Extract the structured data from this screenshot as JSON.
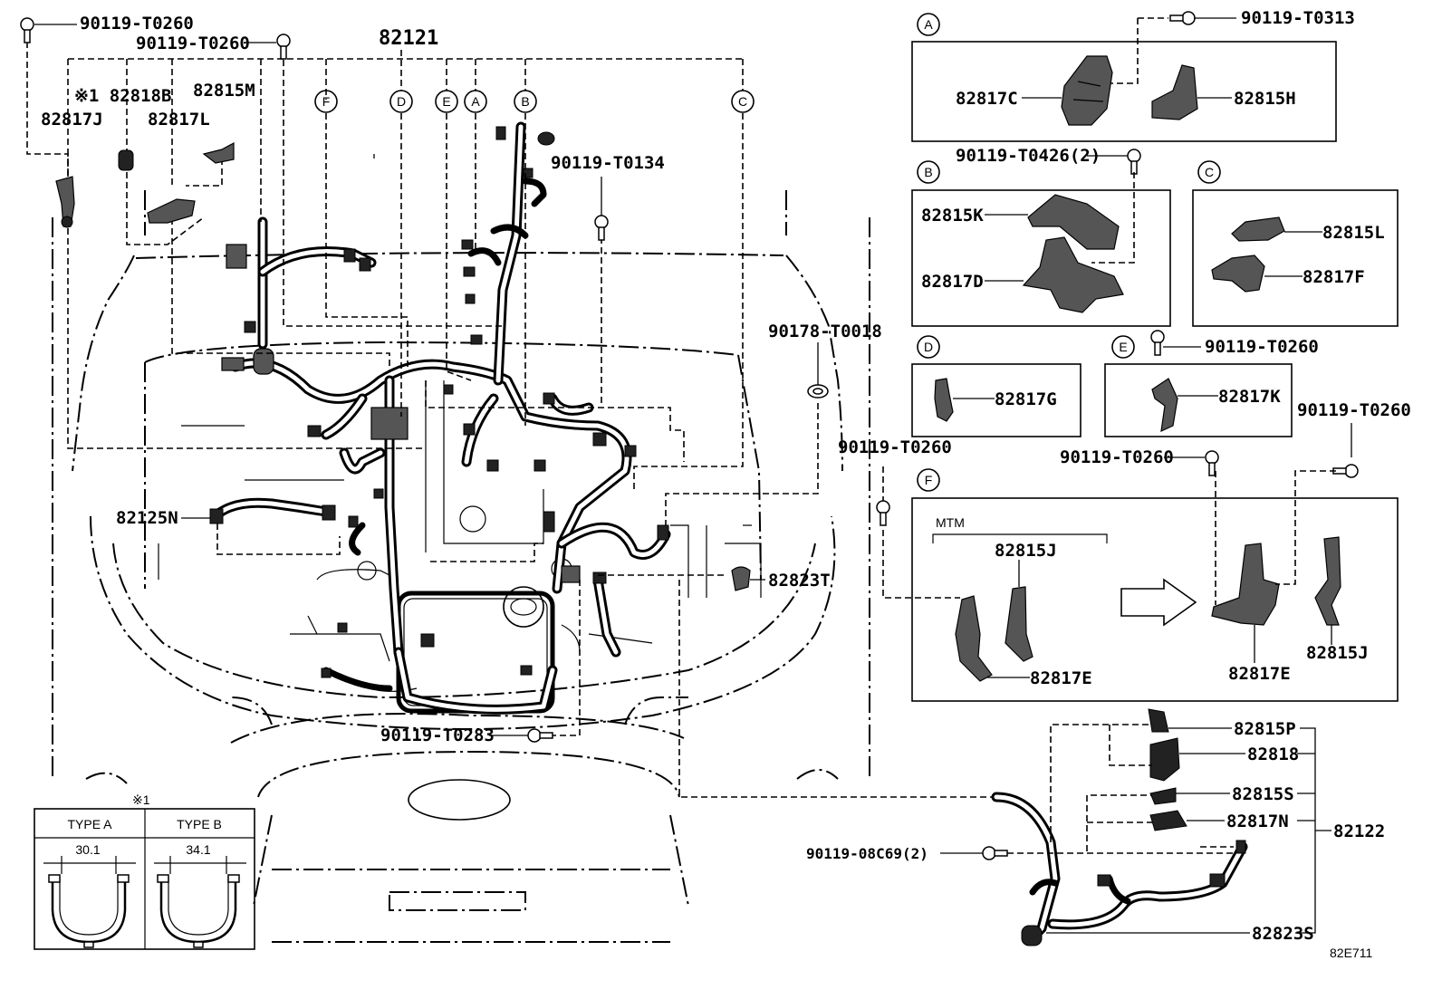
{
  "labels": {
    "t0260_top": "90119-T0260",
    "t0260_2": "90119-T0260",
    "main_harness": "82121",
    "p82818b": "※1 82818B",
    "p82817j": "82817J",
    "p82817l": "82817L",
    "p82815m": "82815M",
    "t0134": "90119-T0134",
    "t0018": "90178-T0018",
    "p82125n": "82125N",
    "p82823t": "82823T",
    "t0283": "90119-T0283",
    "t0313": "90119-T0313",
    "t0426": "90119-T0426(2)",
    "t0260_e": "90119-T0260",
    "t0260_f1": "90119-T0260",
    "t0260_f2": "90119-T0260",
    "t0260_f3": "90119-T0260",
    "c08c69": "90119-08C69(2)",
    "p82122": "82122",
    "p82815p": "82815P",
    "p82818": "82818",
    "p82815s": "82815S",
    "p82817n": "82817N",
    "p82823s": "82823S",
    "code": "82E711"
  },
  "callouts": {
    "A": "A",
    "B": "B",
    "C": "C",
    "D": "D",
    "E": "E",
    "F": "F"
  },
  "detail_a": {
    "p1": "82817C",
    "p2": "82815H"
  },
  "detail_b": {
    "p1": "82815K",
    "p2": "82817D"
  },
  "detail_c": {
    "p1": "82815L",
    "p2": "82817F"
  },
  "detail_d": {
    "p1": "82817G"
  },
  "detail_e": {
    "p1": "82817K"
  },
  "detail_f": {
    "variant": "MTM",
    "p1": "82815J",
    "p2": "82817E",
    "p3": "82817E",
    "p4": "82815J"
  },
  "note_table": {
    "mark": "※1",
    "type_a": "TYPE A",
    "type_b": "TYPE B",
    "dim_a": "30.1",
    "dim_b": "34.1"
  }
}
